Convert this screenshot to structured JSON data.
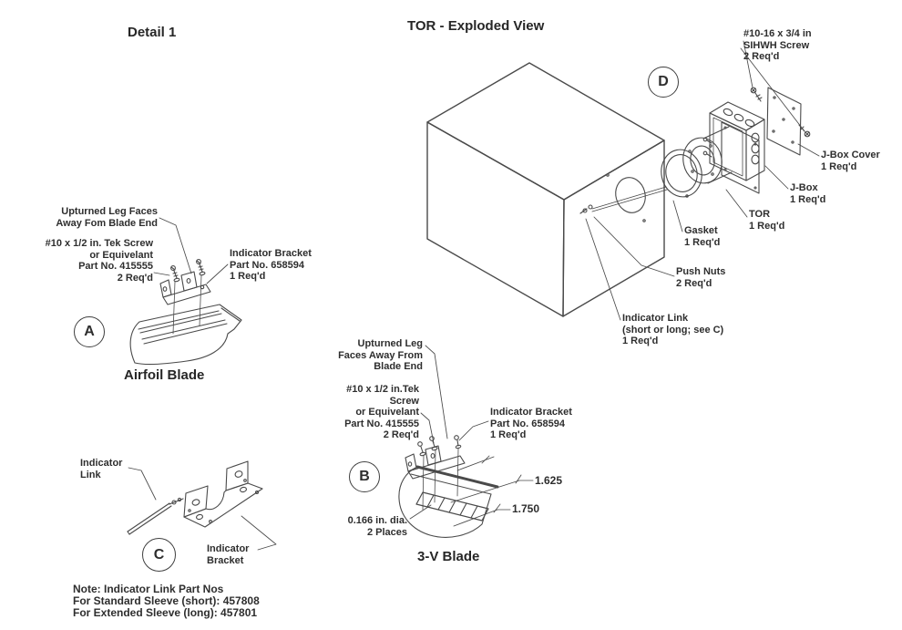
{
  "headings": {
    "detail1": "Detail 1",
    "exploded": "TOR - Exploded View"
  },
  "detail_a": {
    "circle_label": "A",
    "title": "Airfoil Blade",
    "callouts": {
      "upturned": "Upturned Leg Faces\nAway Fom Blade End",
      "screw": "#10 x 1/2 in. Tek Screw\nor Equivelant\nPart No. 415555\n2 Req'd",
      "bracket": "Indicator Bracket\nPart No. 658594\n1 Req'd"
    }
  },
  "detail_b": {
    "circle_label": "B",
    "title": "3-V Blade",
    "callouts": {
      "upturned": "Upturned Leg\nFaces Away From\nBlade End",
      "screw": "#10 x 1/2 in.Tek\nScrew\nor Equivelant\nPart No. 415555\n2 Req'd",
      "bracket": "Indicator Bracket\nPart No. 658594\n1 Req'd",
      "dia": "0.166 in. dia.\n2 Places"
    },
    "dimensions": {
      "dim_1": "1.625",
      "dim_2": "1.750"
    }
  },
  "detail_c": {
    "circle_label": "C",
    "callouts": {
      "link": "Indicator\nLink",
      "bracket": "Indicator\nBracket"
    },
    "note": "Note: Indicator Link Part Nos\nFor Standard Sleeve (short): 457808\nFor Extended Sleeve (long): 457801"
  },
  "exploded_view": {
    "circle_label": "D",
    "callouts": {
      "sihwh_screw": "#10-16 x 3/4 in\nSIHWH Screw\n2 Req'd",
      "jbox_cover": "J-Box Cover\n1 Req'd",
      "jbox": "J-Box\n1 Req'd",
      "tor": "TOR\n1 Req'd",
      "gasket": "Gasket\n1 Req'd",
      "push_nuts": "Push Nuts\n2 Req'd",
      "indicator_link": "Indicator Link\n(short or long; see C)\n1 Req'd"
    }
  },
  "colors": {
    "line": "#4a4a4a",
    "text": "#2e2e2e",
    "background": "#ffffff"
  }
}
